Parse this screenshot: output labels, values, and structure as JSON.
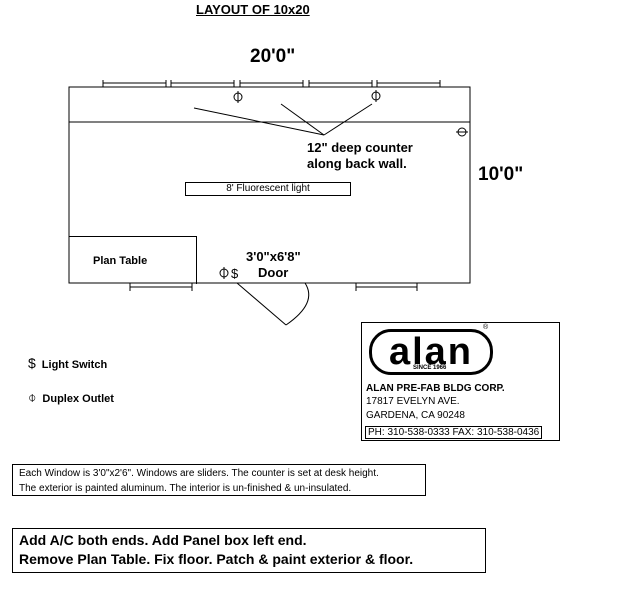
{
  "title": "LAYOUT OF 10x20",
  "dimensions": {
    "width": "20'0\"",
    "depth": "10'0\""
  },
  "counter_note": {
    "line1": "12\" deep counter",
    "line2": "along back wall."
  },
  "fluorescent_light": "8' Fluorescent light",
  "plan_table": "Plan Table",
  "door": {
    "size": "3'0\"x6'8\"",
    "label": "Door"
  },
  "legend": {
    "switch_symbol": "$",
    "switch_label": "Light Switch",
    "outlet_symbol": "⌽",
    "outlet_label": "Duplex Outlet"
  },
  "company": {
    "logo": "alan",
    "since": "SINCE 1966",
    "reg_mark": "®",
    "name": "ALAN PRE-FAB BLDG CORP.",
    "address1": "17817 EVELYN AVE.",
    "address2": "GARDENA, CA 90248",
    "phone": "PH: 310-538-0333   FAX: 310-538-0436"
  },
  "notes": {
    "line1": "Each Window is 3'0\"x2'6\".  Windows are sliders.  The counter is set at desk height.",
    "line2": "The exterior is painted aluminum.  The interior is un-finished & un-insulated."
  },
  "actions": {
    "line1": "Add A/C both ends.    Add Panel box left end.",
    "line2": "Remove Plan Table.   Fix floor.   Patch & paint exterior & floor."
  }
}
